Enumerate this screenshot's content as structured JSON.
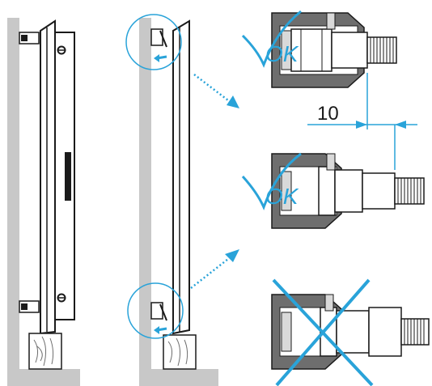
{
  "annotations": {
    "dimension_value": "10",
    "ok_label_top": "OK",
    "ok_label_middle": "OK"
  },
  "colors": {
    "accent": "#29a3d9",
    "wall": "#c8c8c8",
    "fitting_dark": "#6e6e6e",
    "fitting_light": "#d9d9d9",
    "outline": "#1a1a1a"
  },
  "icons": [
    "checkmark-icon",
    "checkmark-icon",
    "cross-icon",
    "dotted-arrow-icon",
    "dotted-arrow-icon",
    "turn-arrow-icon",
    "turn-arrow-icon"
  ]
}
